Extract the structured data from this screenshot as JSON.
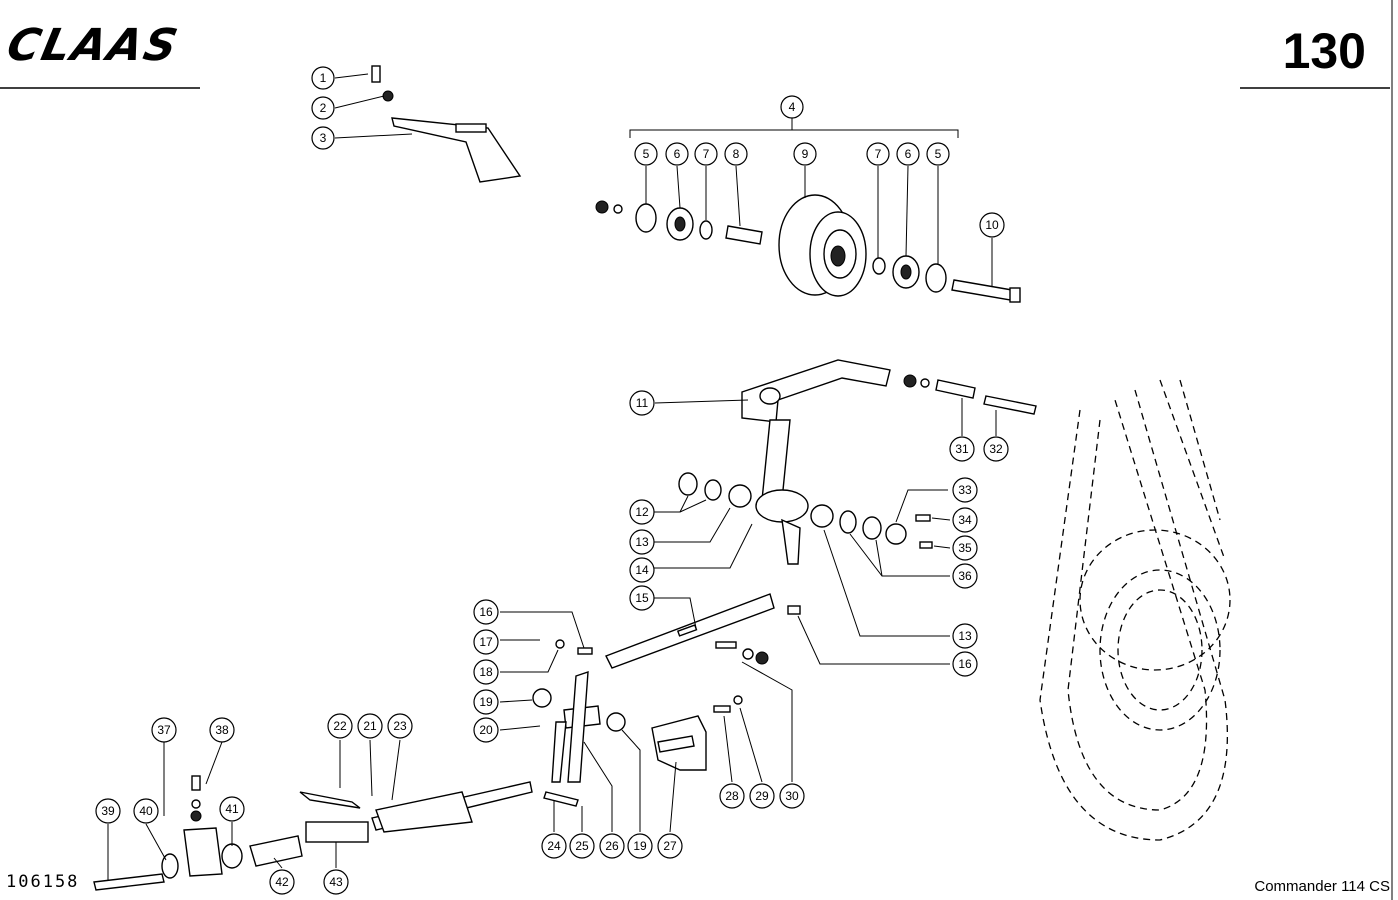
{
  "header": {
    "brand": "CLAAS",
    "page_number": "130"
  },
  "footer": {
    "drawing_number": "106158",
    "model": "Commander 114 CS"
  },
  "callouts": [
    "1",
    "2",
    "3",
    "4",
    "5",
    "6",
    "7",
    "8",
    "9",
    "7",
    "6",
    "5",
    "10",
    "11",
    "31",
    "32",
    "12",
    "13",
    "14",
    "33",
    "34",
    "35",
    "36",
    "15",
    "16",
    "17",
    "18",
    "19",
    "20",
    "13",
    "16",
    "22",
    "21",
    "23",
    "37",
    "38",
    "41",
    "39",
    "40",
    "42",
    "43",
    "24",
    "25",
    "26",
    "19",
    "27",
    "28",
    "29",
    "30"
  ]
}
